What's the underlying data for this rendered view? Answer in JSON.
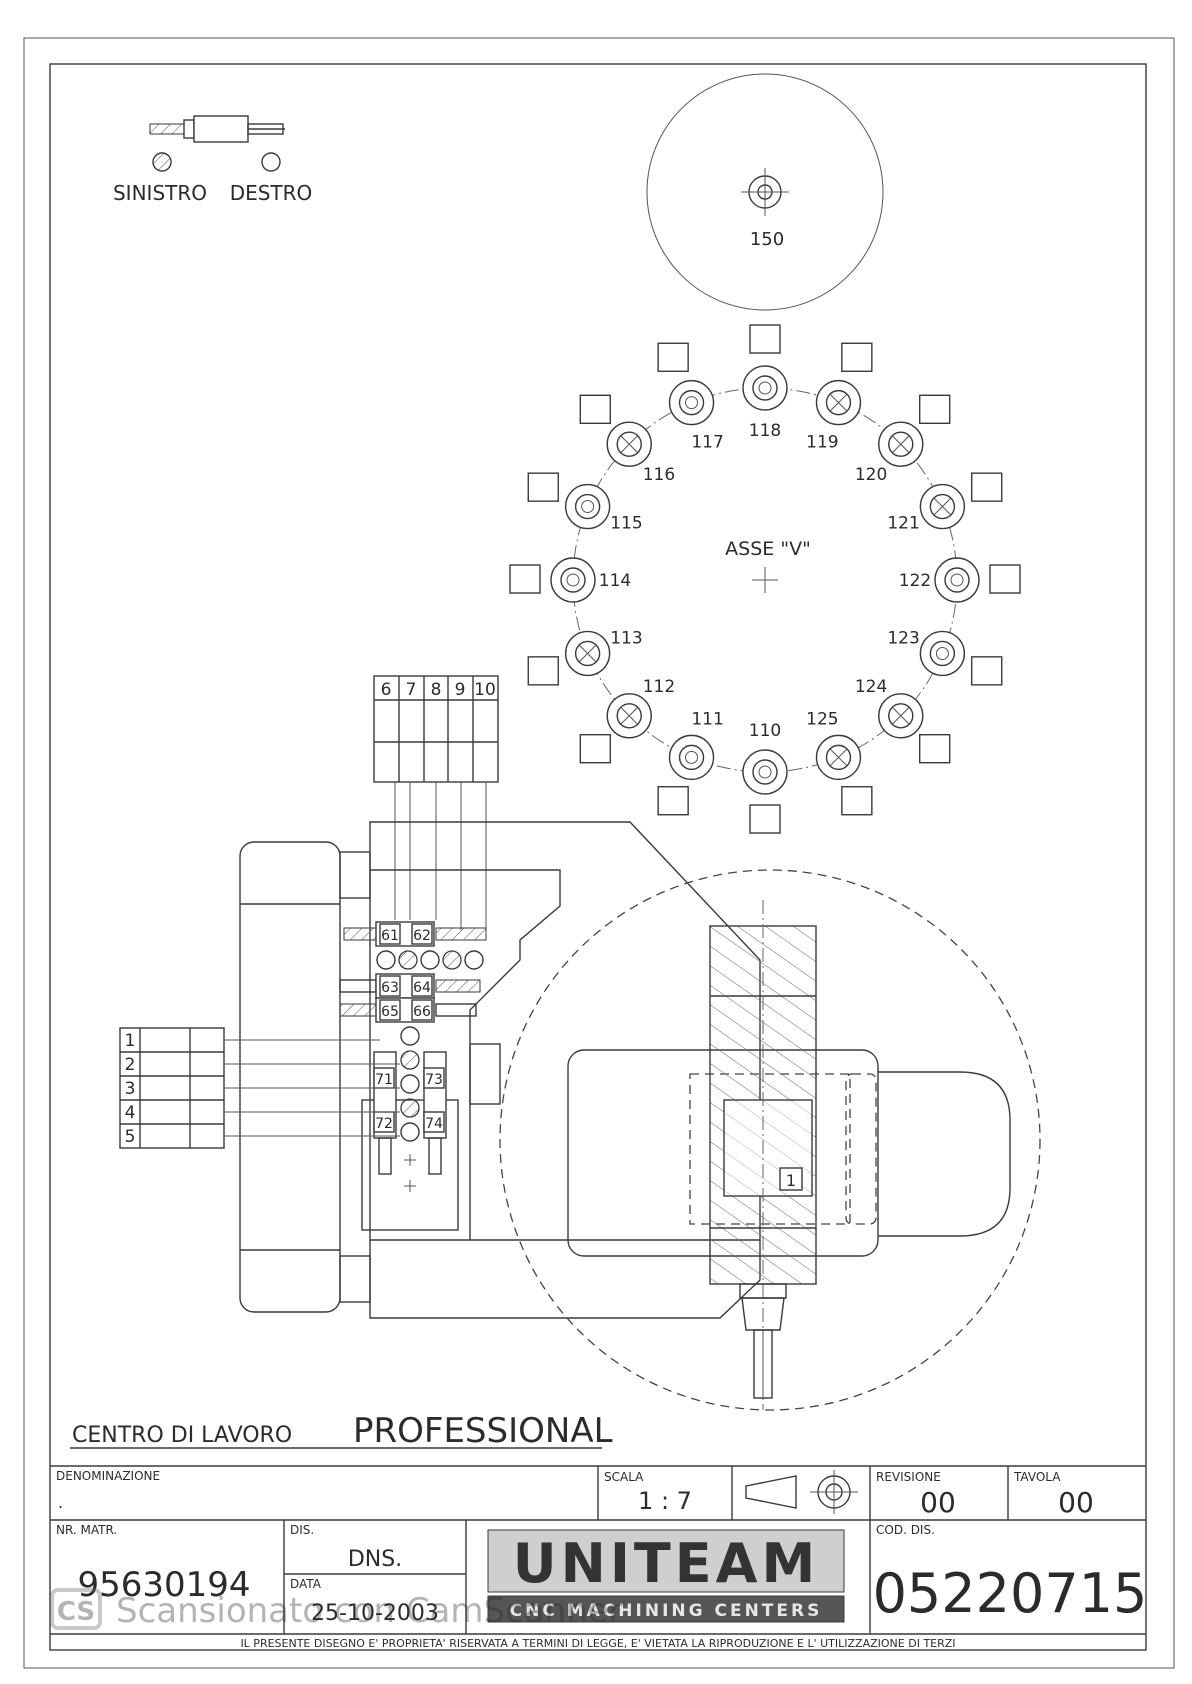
{
  "legend": {
    "left_label": "SINISTRO",
    "right_label": "DESTRO"
  },
  "top_tool": {
    "number": "150"
  },
  "magazine": {
    "axis_label": "ASSE \"V\"",
    "stations": [
      "110",
      "111",
      "112",
      "113",
      "114",
      "115",
      "116",
      "117",
      "118",
      "119",
      "120",
      "121",
      "122",
      "123",
      "124",
      "125"
    ]
  },
  "head_top_numbers": [
    "6",
    "7",
    "8",
    "9",
    "10"
  ],
  "head_left_numbers": [
    "1",
    "2",
    "3",
    "4",
    "5"
  ],
  "spindle_labels": [
    "61",
    "62",
    "63",
    "64",
    "65",
    "66",
    "71",
    "72",
    "73",
    "74"
  ],
  "inner_tag": "1",
  "title": {
    "prefix": "CENTRO DI LAVORO",
    "name": "PROFESSIONAL"
  },
  "title_block": {
    "denominazione_label": "DENOMINAZIONE",
    "denominazione_value": ".",
    "scala_label": "SCALA",
    "scala_value": "1 : 7",
    "revisione_label": "REVISIONE",
    "revisione_value": "00",
    "tavola_label": "TAVOLA",
    "tavola_value": "00",
    "matr_label": "NR. MATR.",
    "matr_value": "95630194",
    "dis_label": "DIS.",
    "dis_value": "DNS.",
    "data_label": "DATA",
    "data_value": "25-10-2003",
    "cod_label": "COD. DIS.",
    "cod_value": "05220715",
    "logo_main": "UNITEAM",
    "logo_sub": "CNC MACHINING CENTERS",
    "footer": "IL PRESENTE DISEGNO E' PROPRIETA' RISERVATA A TERMINI DI LEGGE, E' VIETATA LA RIPRODUZIONE E L' UTILIZZAZIONE DI TERZI"
  },
  "watermark": {
    "badge": "CS",
    "text": "Scansionato con CamScanner"
  }
}
